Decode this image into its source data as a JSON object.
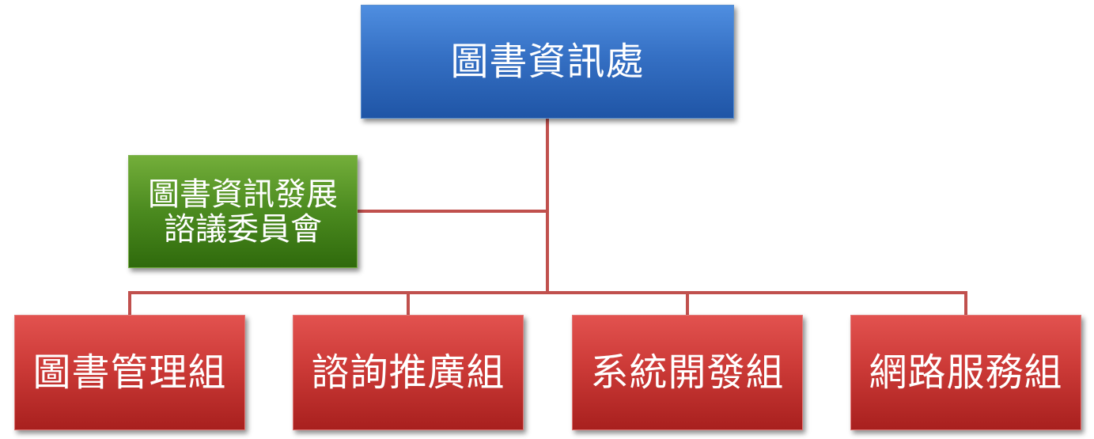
{
  "diagram": {
    "top_node": {
      "label": "圖書資訊處"
    },
    "committee": {
      "label_line1": "圖書資訊發展",
      "label_line2": "諮議委員會"
    },
    "divisions": [
      {
        "label": "圖書管理組"
      },
      {
        "label": "諮詢推廣組"
      },
      {
        "label": "系統開發組"
      },
      {
        "label": "網路服務組"
      }
    ],
    "colors": {
      "top_node": "#3570c4",
      "committee": "#4b8a1f",
      "divisions": "#cc3a37",
      "connector": "#c0504d",
      "text": "#ffffff"
    }
  }
}
